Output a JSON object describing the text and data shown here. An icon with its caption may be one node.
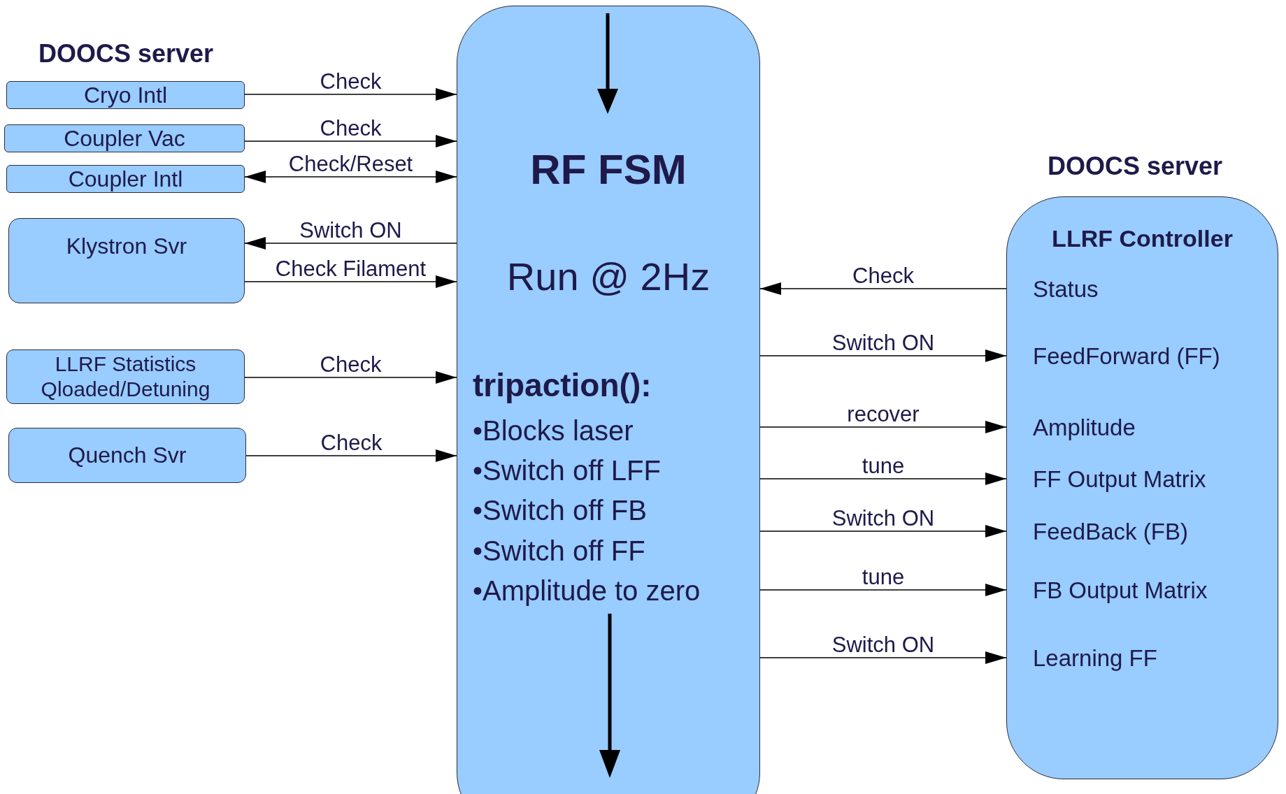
{
  "diagram": {
    "nodes": [
      {
        "text": [
          "Cryo Intl"
        ]
      },
      {
        "text": [
          "Coupler Vac"
        ]
      },
      {
        "text": [
          "Coupler Intl"
        ]
      },
      {
        "text": [
          "Klystron Svr"
        ]
      },
      {
        "text": [
          "LLRF Statistics Qloaded/Detuning"
        ]
      },
      {
        "text": [
          "Quench Svr"
        ]
      },
      {
        "text": [
          "RF FSM",
          "Run @ 2Hz",
          "tripaction():",
          "•Blocks laser",
          "•Switch off LFF",
          "•Switch off FB",
          "•Switch off FF",
          "•Amplitude to zero"
        ]
      },
      {
        "text": [
          "LLRF Controller"
        ]
      },
      {
        "text": [
          "Status"
        ],
        "in": 7
      },
      {
        "text": [
          "FeedForward (FF)"
        ],
        "in": 7
      },
      {
        "text": [
          "Amplitude"
        ],
        "in": 7
      },
      {
        "text": [
          "FF Output Matrix"
        ],
        "in": 7
      },
      {
        "text": [
          "FeedBack (FB)"
        ],
        "in": 7
      },
      {
        "text": [
          "FB Output Matrix"
        ],
        "in": 7
      },
      {
        "text": [
          "Learning FF"
        ],
        "in": 7
      }
    ],
    "edges": [
      {
        "from": 0,
        "to": 6,
        "arrow": "to",
        "label": "Check"
      },
      {
        "from": 1,
        "to": 6,
        "arrow": "to",
        "label": "Check"
      },
      {
        "from": 2,
        "to": 6,
        "arrow": "both",
        "label": "Check/Reset"
      },
      {
        "from": 6,
        "to": 3,
        "arrow": "to",
        "label": "Switch ON"
      },
      {
        "from": 3,
        "to": 6,
        "arrow": "to",
        "label": "Check Filament"
      },
      {
        "from": 4,
        "to": 6,
        "arrow": "to",
        "label": "Check"
      },
      {
        "from": 5,
        "to": 6,
        "arrow": "to",
        "label": "Check"
      },
      {
        "from": 8,
        "to": 6,
        "arrow": "to",
        "label": "Check"
      },
      {
        "from": 6,
        "to": 9,
        "arrow": "to",
        "label": "Switch ON"
      },
      {
        "from": 6,
        "to": 10,
        "arrow": "to",
        "label": "recover"
      },
      {
        "from": 6,
        "to": 11,
        "arrow": "to",
        "label": "tune"
      },
      {
        "from": 6,
        "to": 12,
        "arrow": "to",
        "label": "Switch ON"
      },
      {
        "from": 6,
        "to": 13,
        "arrow": "to",
        "label": "tune"
      },
      {
        "from": 6,
        "to": 14,
        "arrow": "to",
        "label": "Switch ON"
      }
    ],
    "labels": [
      "DOOCS server",
      "DOOCS server"
    ]
  }
}
